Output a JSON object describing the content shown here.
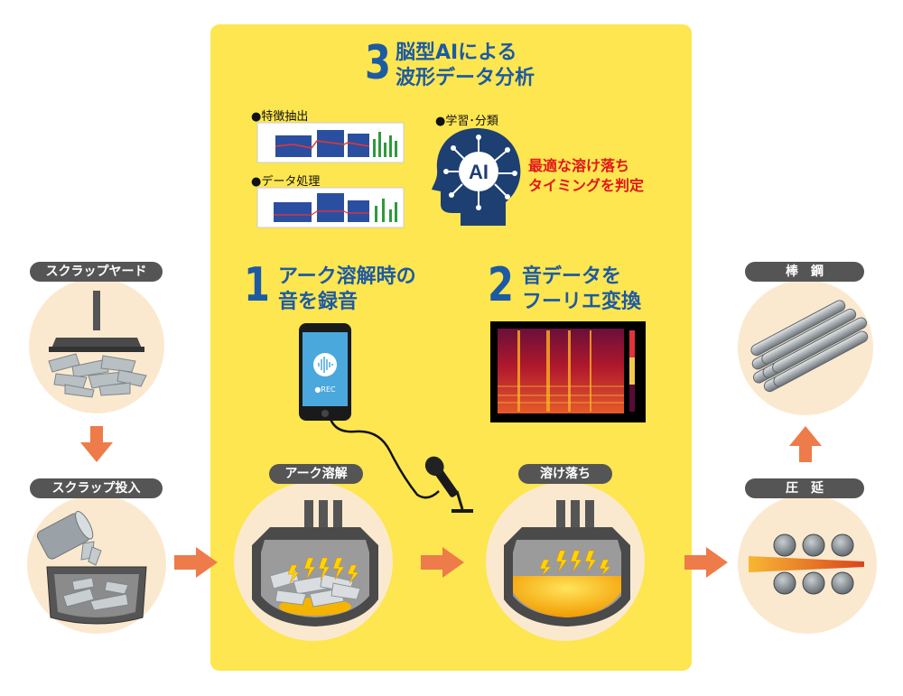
{
  "left_column": {
    "yard_label": "スクラップヤード",
    "charge_label": "スクラップ投入"
  },
  "center": {
    "step3": {
      "number": "3",
      "line1": "脳型AIによる",
      "line2": "波形データ分析"
    },
    "feature_label": "●特徴抽出",
    "data_label": "●データ処理",
    "learn_label": "●学習･分類",
    "ai_badge": "AI",
    "result_line1": "最適な溶け落ち",
    "result_line2": "タイミングを判定",
    "step1": {
      "number": "1",
      "line1": "アーク溶解時の",
      "line2": "音を録音"
    },
    "step2": {
      "number": "2",
      "line1": "音データを",
      "line2": "フーリエ変換"
    },
    "rec_label": "●REC",
    "arc_melting_label": "アーク溶解",
    "meltdown_label": "溶け落ち"
  },
  "right_column": {
    "bar_label": "棒　鋼",
    "rolling_label": "圧　延"
  },
  "colors": {
    "panel": "#fde64f",
    "step_blue": "#1d5aa3",
    "result_red": "#e3161b",
    "arrow_orange": "#ee7b4a",
    "circle_bg": "#fbe9cf",
    "pill_gray": "#555555"
  }
}
